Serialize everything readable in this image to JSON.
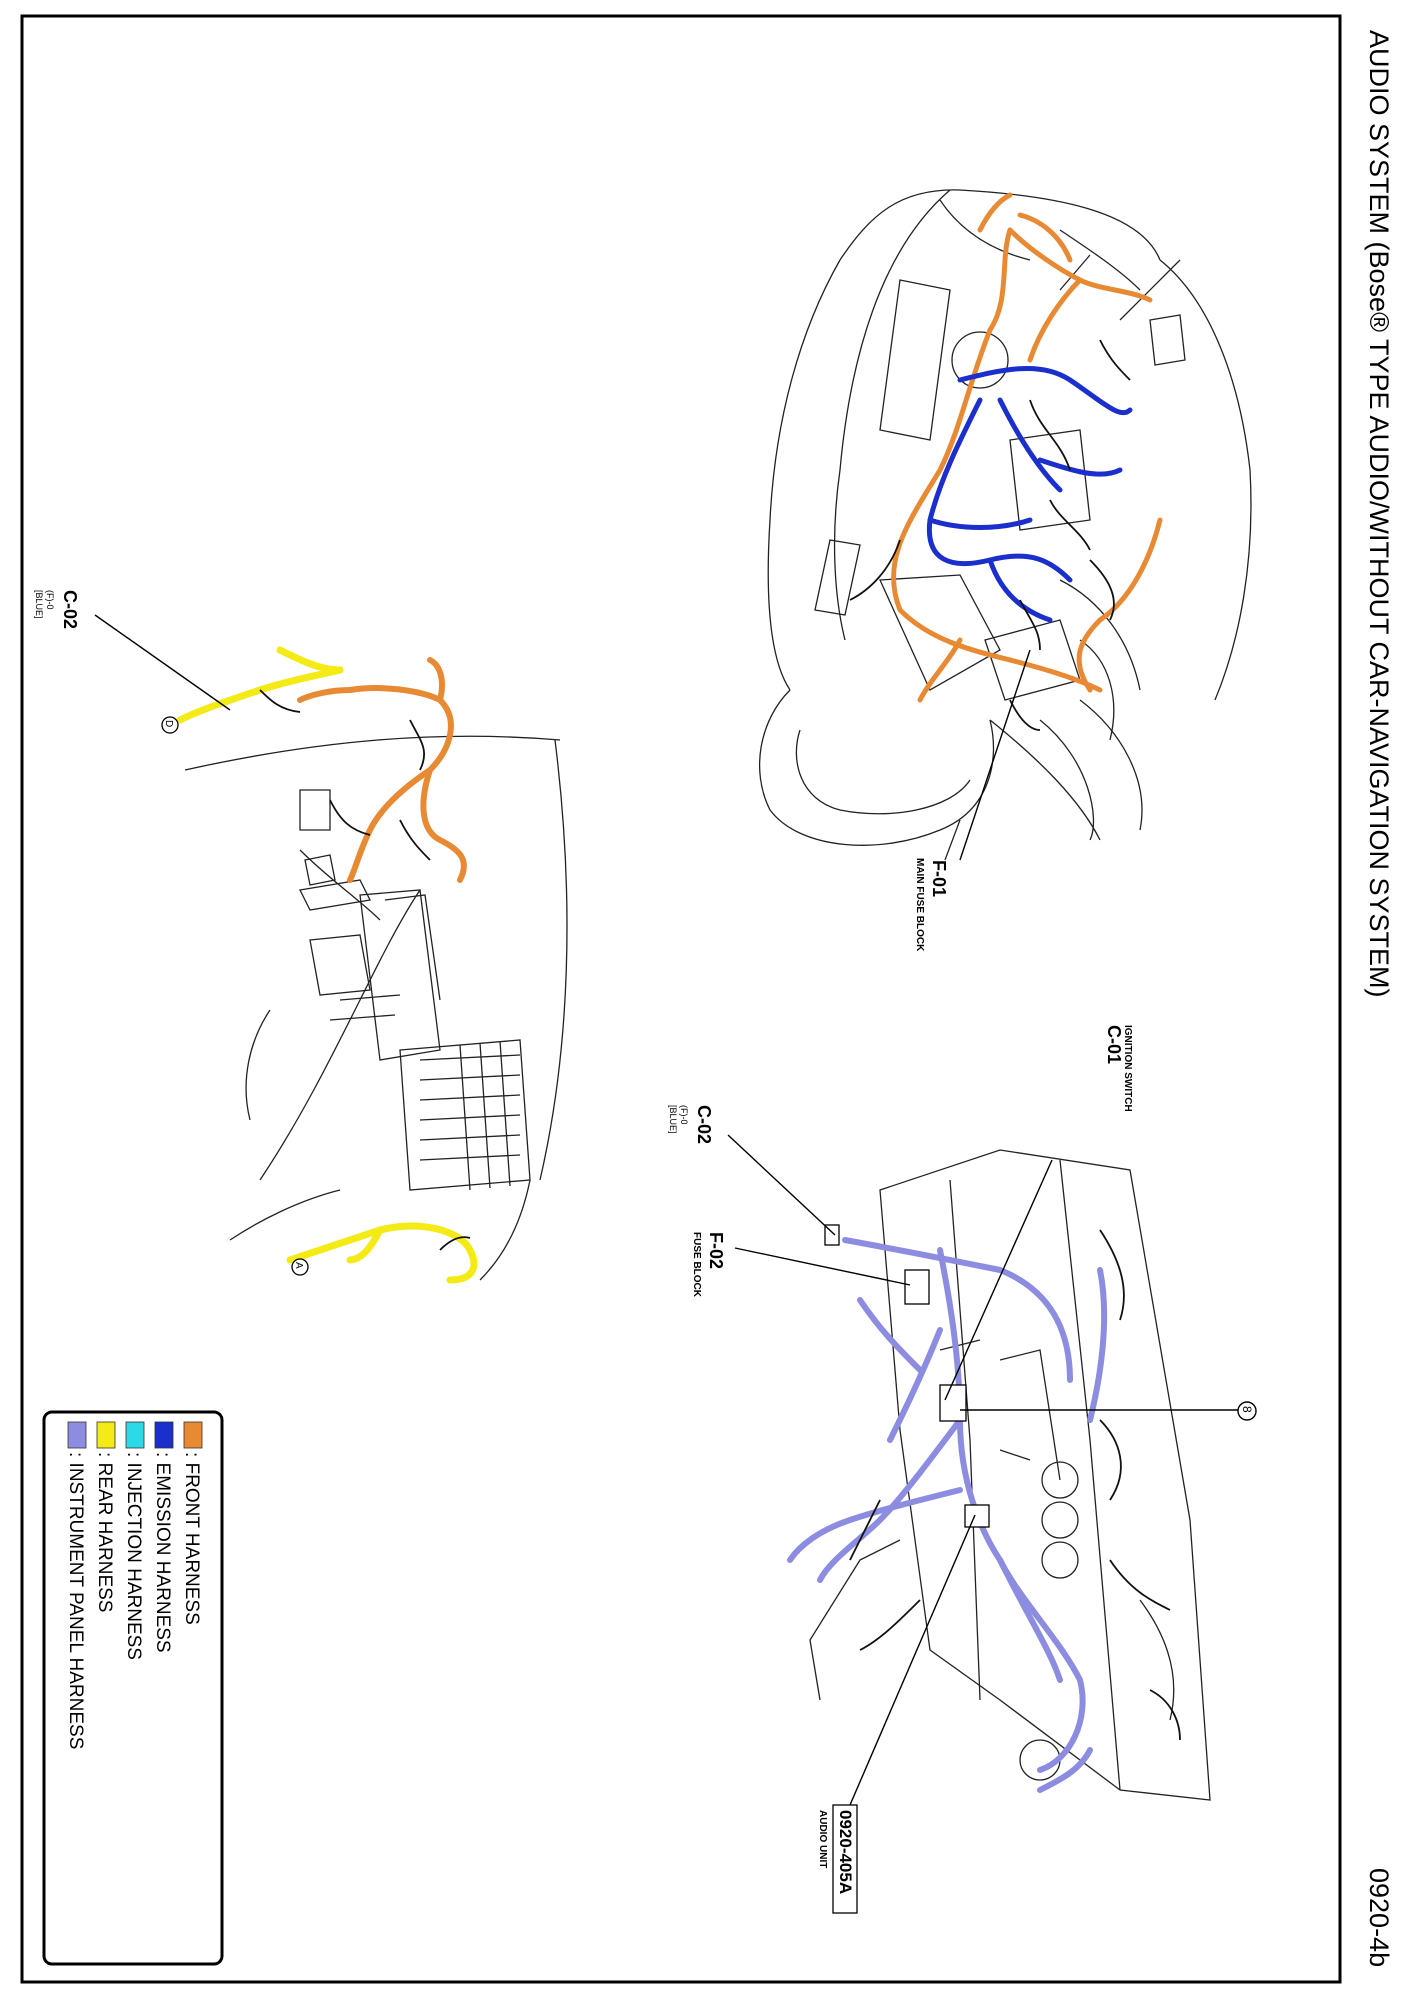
{
  "title": "AUDIO SYSTEM (Bose® TYPE AUDIO/WITHOUT CAR-NAVIGATION SYSTEM)",
  "page_code": "0920-4b",
  "legend": {
    "items": [
      {
        "label": ": FRONT HARNESS",
        "color": "#E88A34"
      },
      {
        "label": ": EMISSION HARNESS",
        "color": "#1B2FCC"
      },
      {
        "label": ": INJECTION HARNESS",
        "color": "#2CD9E6"
      },
      {
        "label": ": REAR HARNESS",
        "color": "#F3EA16"
      },
      {
        "label": ": INSTRUMENT PANEL HARNESS",
        "color": "#8C8CE0"
      }
    ]
  },
  "callouts": {
    "main_fuse_block": {
      "code": "F-01",
      "name": "MAIN FUSE BLOCK"
    },
    "ignition_switch": {
      "code": "C-01",
      "name": "IGNITION SWITCH"
    },
    "connector_right": {
      "code": "C-02",
      "sub1": "(F)-0",
      "sub2": "[BLUE]"
    },
    "connector_left": {
      "code": "C-02",
      "sub1": "(F)-0",
      "sub2": "[BLUE]"
    },
    "fuse_block": {
      "code": "F-02",
      "name": "FUSE BLOCK"
    },
    "audio_unit": {
      "code": "0920-405A",
      "name": "AUDIO UNIT"
    },
    "marker_8": "8",
    "marker_a": "A",
    "marker_d": "D"
  }
}
